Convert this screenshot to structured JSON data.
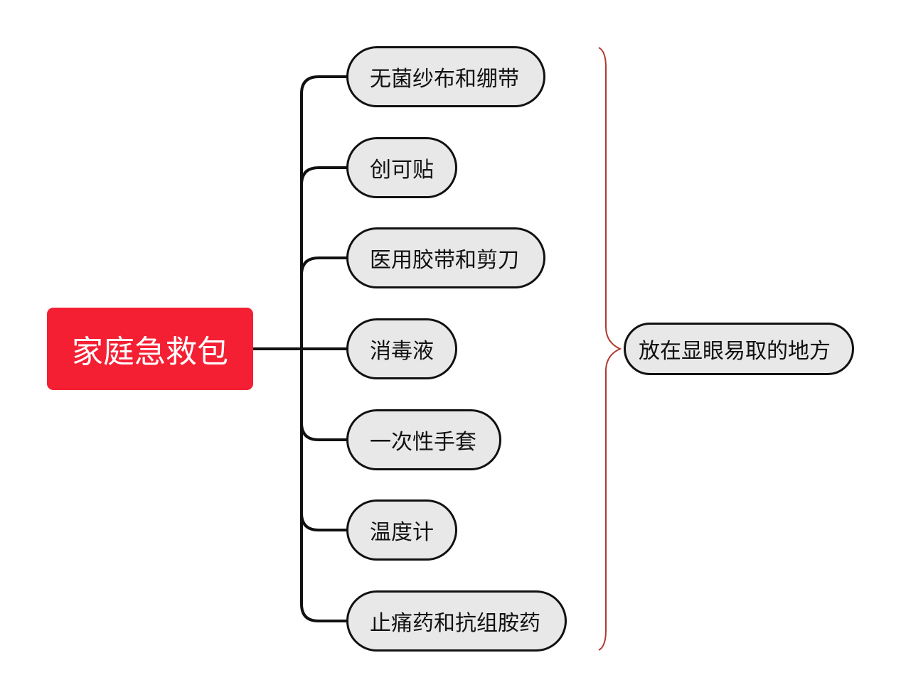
{
  "root": {
    "label": "家庭急救包",
    "color": "#f41f33"
  },
  "children": [
    {
      "label": "无菌纱布和绷带"
    },
    {
      "label": "创可贴"
    },
    {
      "label": "医用胶带和剪刀"
    },
    {
      "label": "消毒液"
    },
    {
      "label": "一次性手套"
    },
    {
      "label": "温度计"
    },
    {
      "label": "止痛药和抗组胺药"
    }
  ],
  "summary": {
    "label": "放在显眼易取的地方",
    "brace_color": "#b03a2e"
  },
  "colors": {
    "node_fill": "#e8e8e8",
    "line": "#111111"
  }
}
